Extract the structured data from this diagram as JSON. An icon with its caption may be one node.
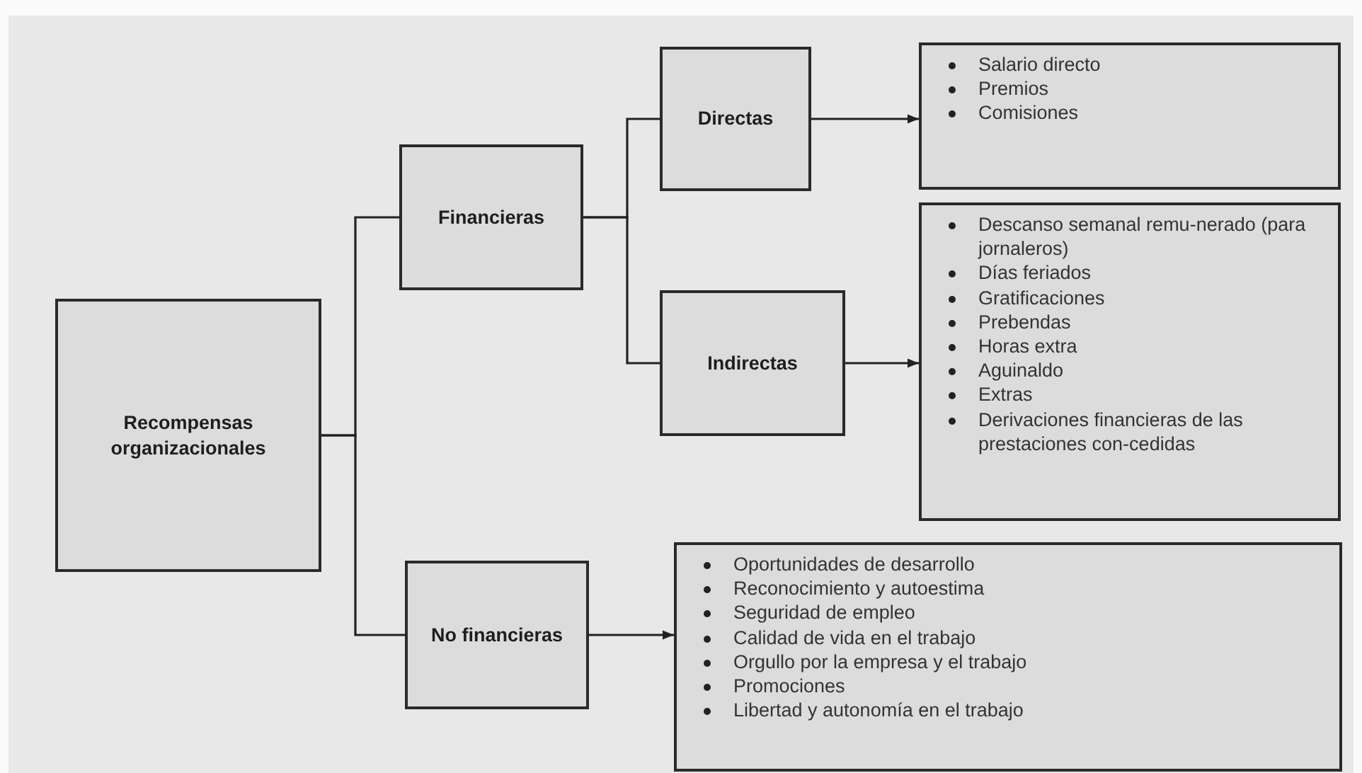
{
  "diagram": {
    "nodes": [
      {
        "text": [
          "Recompensas organizacionales"
        ]
      },
      {
        "text": [
          "Financieras"
        ]
      },
      {
        "text": [
          "No financieras"
        ]
      },
      {
        "text": [
          "Directas"
        ]
      },
      {
        "text": [
          "Indirectas"
        ]
      },
      {
        "text": [
          "Salario directo",
          "Premios",
          "Comisiones"
        ]
      },
      {
        "text": [
          "Descanso semanal remu-nerado (para jornaleros)",
          "Días feriados",
          "Gratificaciones",
          "Prebendas",
          "Horas extra",
          "Aguinaldo",
          "Extras",
          "Derivaciones financieras de las prestaciones con-cedidas"
        ]
      },
      {
        "text": [
          "Oportunidades de desarrollo",
          "Reconocimiento y autoestima",
          "Seguridad de empleo",
          "Calidad de vida en el trabajo",
          "Orgullo por la empresa y el trabajo",
          "Promociones",
          "Libertad y autonomía en el trabajo"
        ]
      }
    ],
    "edges": [
      {
        "from": 0,
        "to": 1,
        "arrow": "none"
      },
      {
        "from": 0,
        "to": 2,
        "arrow": "none"
      },
      {
        "from": 1,
        "to": 3,
        "arrow": "none"
      },
      {
        "from": 1,
        "to": 4,
        "arrow": "none"
      },
      {
        "from": 3,
        "to": 5,
        "arrow": "to"
      },
      {
        "from": 4,
        "to": 6,
        "arrow": "to"
      },
      {
        "from": 2,
        "to": 7,
        "arrow": "to"
      }
    ]
  }
}
